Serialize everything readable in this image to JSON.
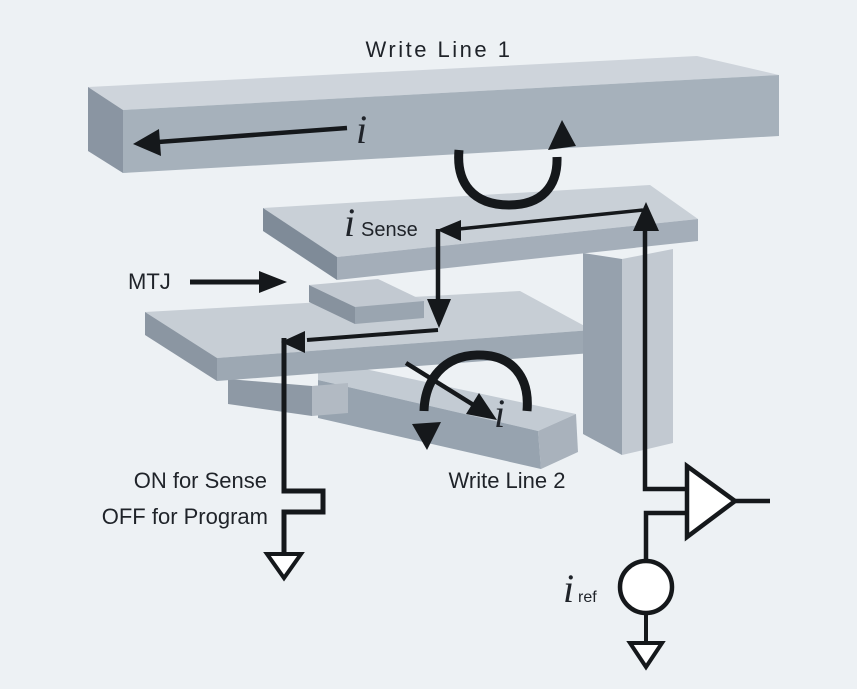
{
  "diagram": {
    "labels": {
      "write_line_1": "Write Line 1",
      "write_line_2": "Write Line 2",
      "wl1_current": "i",
      "wl2_current": "i",
      "sense_current": "i",
      "sense_current_sub": "Sense",
      "mtj": "MTJ",
      "switch_on": "ON for Sense",
      "switch_off": "OFF for Program",
      "ref_current": "i",
      "ref_current_sub": "ref"
    },
    "colors": {
      "background": "#edf1f4",
      "wire": "#15181b",
      "text": "#1f2329",
      "symbol_fill": "#ffffff",
      "wl1_top": "#ced4db",
      "wl1_front": "#a6b1bb",
      "wl1_side": "#8a95a2",
      "sense_top": "#c9d0d7",
      "sense_front": "#a4aeb9",
      "sense_side": "#7f8b98",
      "mtj_top": "#c2c9d1",
      "mtj_front": "#9aa5b0",
      "mtj_side": "#87929e",
      "bottom_top": "#c7ced5",
      "bottom_front": "#9da8b3",
      "bottom_side": "#8b96a2",
      "pedestal_dark": "#8e99a5",
      "pedestal_light": "#b2bac3",
      "wl2_top": "#c3cbd3",
      "wl2_front": "#97a3af",
      "wl2_end": "#a9b2bc",
      "pillar_front": "#96a1ad",
      "pillar_side": "#c2c9d1"
    }
  }
}
